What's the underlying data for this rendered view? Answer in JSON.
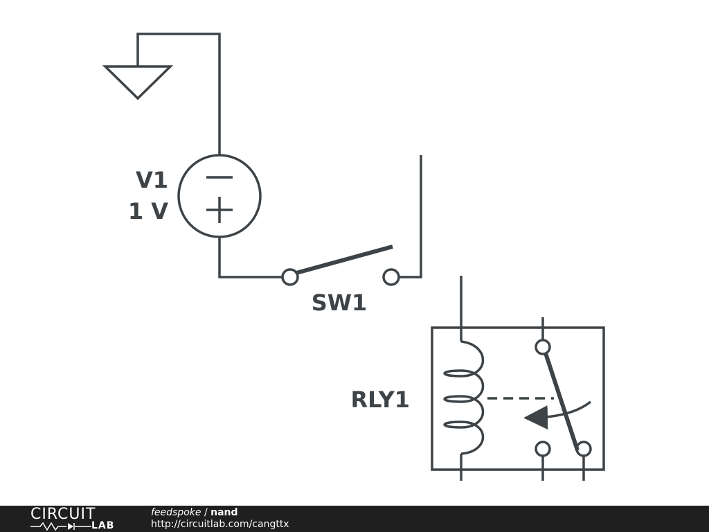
{
  "components": {
    "source": {
      "name": "V1",
      "value": "1 V"
    },
    "switch": {
      "name": "SW1"
    },
    "relay": {
      "name": "RLY1"
    }
  },
  "footer": {
    "logo_top": "CIRCUIT",
    "logo_bottom": "LAB",
    "owner": "feedspoke",
    "separator": " / ",
    "project": "nand",
    "url": "http://circuitlab.com/cangttx"
  },
  "colors": {
    "ink": "#3d4347",
    "footer_bg": "#1f1f1f",
    "footer_text": "#ffffff",
    "background": "#ffffff"
  }
}
